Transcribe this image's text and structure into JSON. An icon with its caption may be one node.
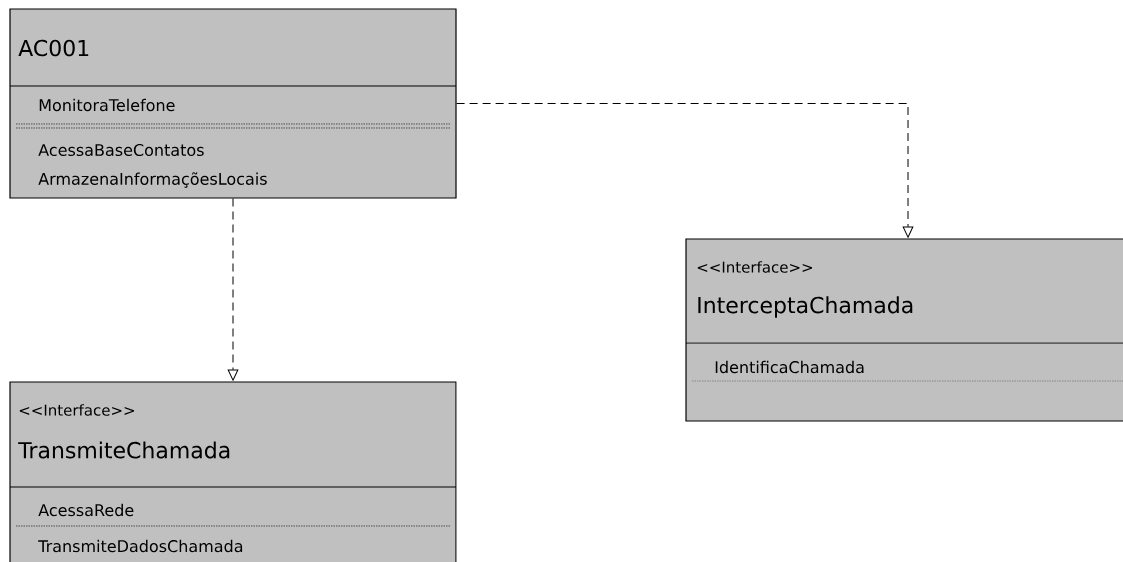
{
  "diagram": {
    "nodes": [
      {
        "text": [
          "AC001",
          "MonitoraTelefone",
          "AcessaBaseContatos",
          "ArmazenaInformaçõesLocais"
        ]
      },
      {
        "text": [
          "<<Interface>>",
          "InterceptaChamada",
          "IdentificaChamada"
        ]
      },
      {
        "text": [
          "<<Interface>>",
          "TransmiteChamada",
          "AcessaRede",
          "TransmiteDadosChamada"
        ]
      }
    ],
    "edges": [
      {
        "from": 0,
        "to": 1,
        "arrow": "to",
        "style": "dashed"
      },
      {
        "from": 0,
        "to": 2,
        "arrow": "to",
        "style": "dashed"
      }
    ]
  }
}
